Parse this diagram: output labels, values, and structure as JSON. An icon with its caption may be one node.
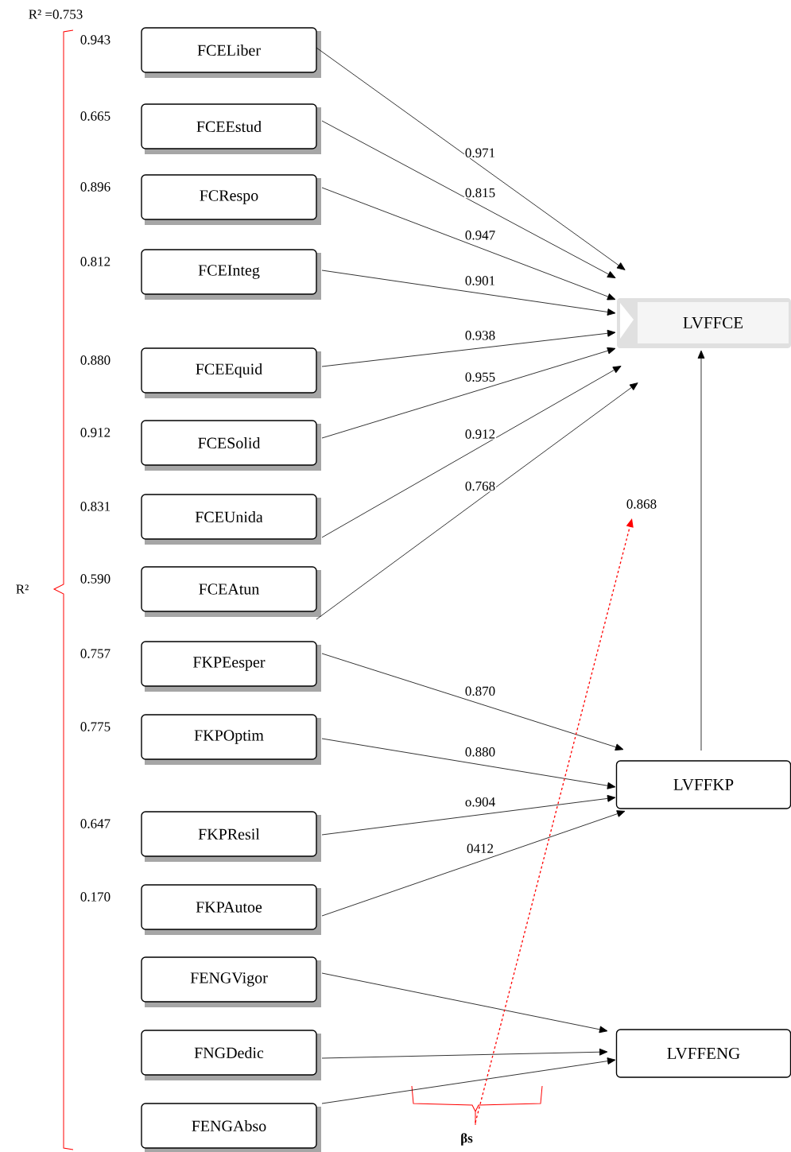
{
  "diagram": {
    "nodes": [
      {
        "text": [
          "FCELiber"
        ],
        "beside": [
          "0.943"
        ]
      },
      {
        "text": [
          "FCEEstud"
        ],
        "beside": [
          "0.665"
        ]
      },
      {
        "text": [
          "FCRespo"
        ],
        "beside": [
          "0.896"
        ]
      },
      {
        "text": [
          "FCEInteg"
        ],
        "beside": [
          "0.812"
        ]
      },
      {
        "text": [
          "FCEEquid"
        ],
        "beside": [
          "0.880"
        ]
      },
      {
        "text": [
          "FCESolid"
        ],
        "beside": [
          "0.912"
        ]
      },
      {
        "text": [
          "FCEUnida"
        ],
        "beside": [
          "0.831"
        ]
      },
      {
        "text": [
          "FCEAtun"
        ],
        "beside": [
          "0.590"
        ]
      },
      {
        "text": [
          "FKPEesper"
        ],
        "beside": [
          "0.757"
        ]
      },
      {
        "text": [
          "FKPOptim"
        ],
        "beside": [
          "0.775"
        ]
      },
      {
        "text": [
          "FKPResil"
        ],
        "beside": [
          "0.647"
        ]
      },
      {
        "text": [
          "FKPAutoe"
        ],
        "beside": [
          "0.170"
        ]
      },
      {
        "text": [
          "FENGVigor"
        ]
      },
      {
        "text": [
          "FNGDedic"
        ]
      },
      {
        "text": [
          "FENGAbso"
        ]
      },
      {
        "text": [
          "LVFFCE"
        ]
      },
      {
        "text": [
          "LVFFKP"
        ]
      },
      {
        "text": [
          "LVFFENG"
        ]
      },
      {
        "text": [
          "βs"
        ]
      },
      {
        "text": [
          "0.868"
        ]
      }
    ],
    "edges": [
      {
        "from": 0,
        "to": 15,
        "arrow": "to",
        "label": "0.971"
      },
      {
        "from": 1,
        "to": 15,
        "arrow": "to",
        "label": "0.815"
      },
      {
        "from": 2,
        "to": 15,
        "arrow": "to",
        "label": "0.947"
      },
      {
        "from": 3,
        "to": 15,
        "arrow": "to",
        "label": "0.901"
      },
      {
        "from": 4,
        "to": 15,
        "arrow": "to",
        "label": "0.938"
      },
      {
        "from": 5,
        "to": 15,
        "arrow": "to",
        "label": "0.955"
      },
      {
        "from": 6,
        "to": 15,
        "arrow": "to",
        "label": "0.912"
      },
      {
        "from": 7,
        "to": 15,
        "arrow": "to",
        "label": "0.768"
      },
      {
        "from": 8,
        "to": 16,
        "arrow": "to",
        "label": "0.870"
      },
      {
        "from": 9,
        "to": 16,
        "arrow": "to",
        "label": "0.880"
      },
      {
        "from": 10,
        "to": 16,
        "arrow": "to",
        "label": "o.904"
      },
      {
        "from": 11,
        "to": 16,
        "arrow": "to",
        "label": "0412"
      },
      {
        "from": 12,
        "to": 17,
        "arrow": "to"
      },
      {
        "from": 13,
        "to": 17,
        "arrow": "to"
      },
      {
        "from": 14,
        "to": 17,
        "arrow": "to"
      },
      {
        "from": 16,
        "to": 15,
        "arrow": "to"
      },
      {
        "from": 18,
        "to": 19,
        "arrow": "to",
        "style": "dashed",
        "color": "#ff0000"
      }
    ],
    "labels": [
      "R² =0.753",
      "R²"
    ]
  }
}
